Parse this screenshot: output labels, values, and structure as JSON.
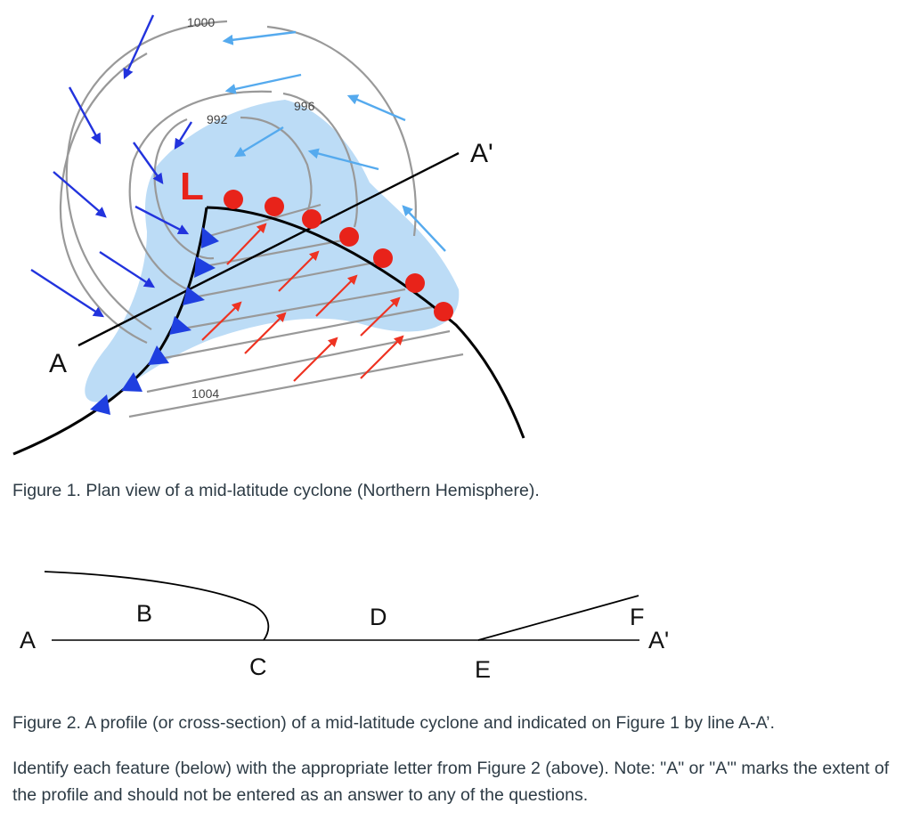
{
  "figure1": {
    "low_symbol": "L",
    "isobars": [
      {
        "label": "1000",
        "name": "isobar-1000"
      },
      {
        "label": "992",
        "name": "isobar-992"
      },
      {
        "label": "996",
        "name": "isobar-996"
      },
      {
        "label": "1004",
        "name": "isobar-1004"
      }
    ],
    "section_start": "A",
    "section_end": "A'",
    "colors": {
      "cold_front": "#1f3fe0",
      "warm_front": "#e8231a",
      "cold_air_arrows": "#2233dd",
      "warm_air_arrows": "#ee3322",
      "flow_arrows": "#55aaee",
      "precipitation": "#bcdcf6",
      "isobar": "#999999"
    },
    "caption": "Figure 1. Plan view of a mid-latitude cyclone (Northern Hemisphere)."
  },
  "figure2": {
    "labels": {
      "A": "A",
      "B": "B",
      "C": "C",
      "D": "D",
      "E": "E",
      "F": "F",
      "A_prime": "A'"
    },
    "caption": "Figure 2. A profile (or cross-section) of a mid-latitude cyclone and indicated on Figure 1 by line A-A’."
  },
  "instructions": "Identify each feature (below) with the appropriate letter from Figure 2 (above).  Note: \"A\" or \"A'\" marks the extent of the profile and should not be entered as an answer to any of the questions."
}
